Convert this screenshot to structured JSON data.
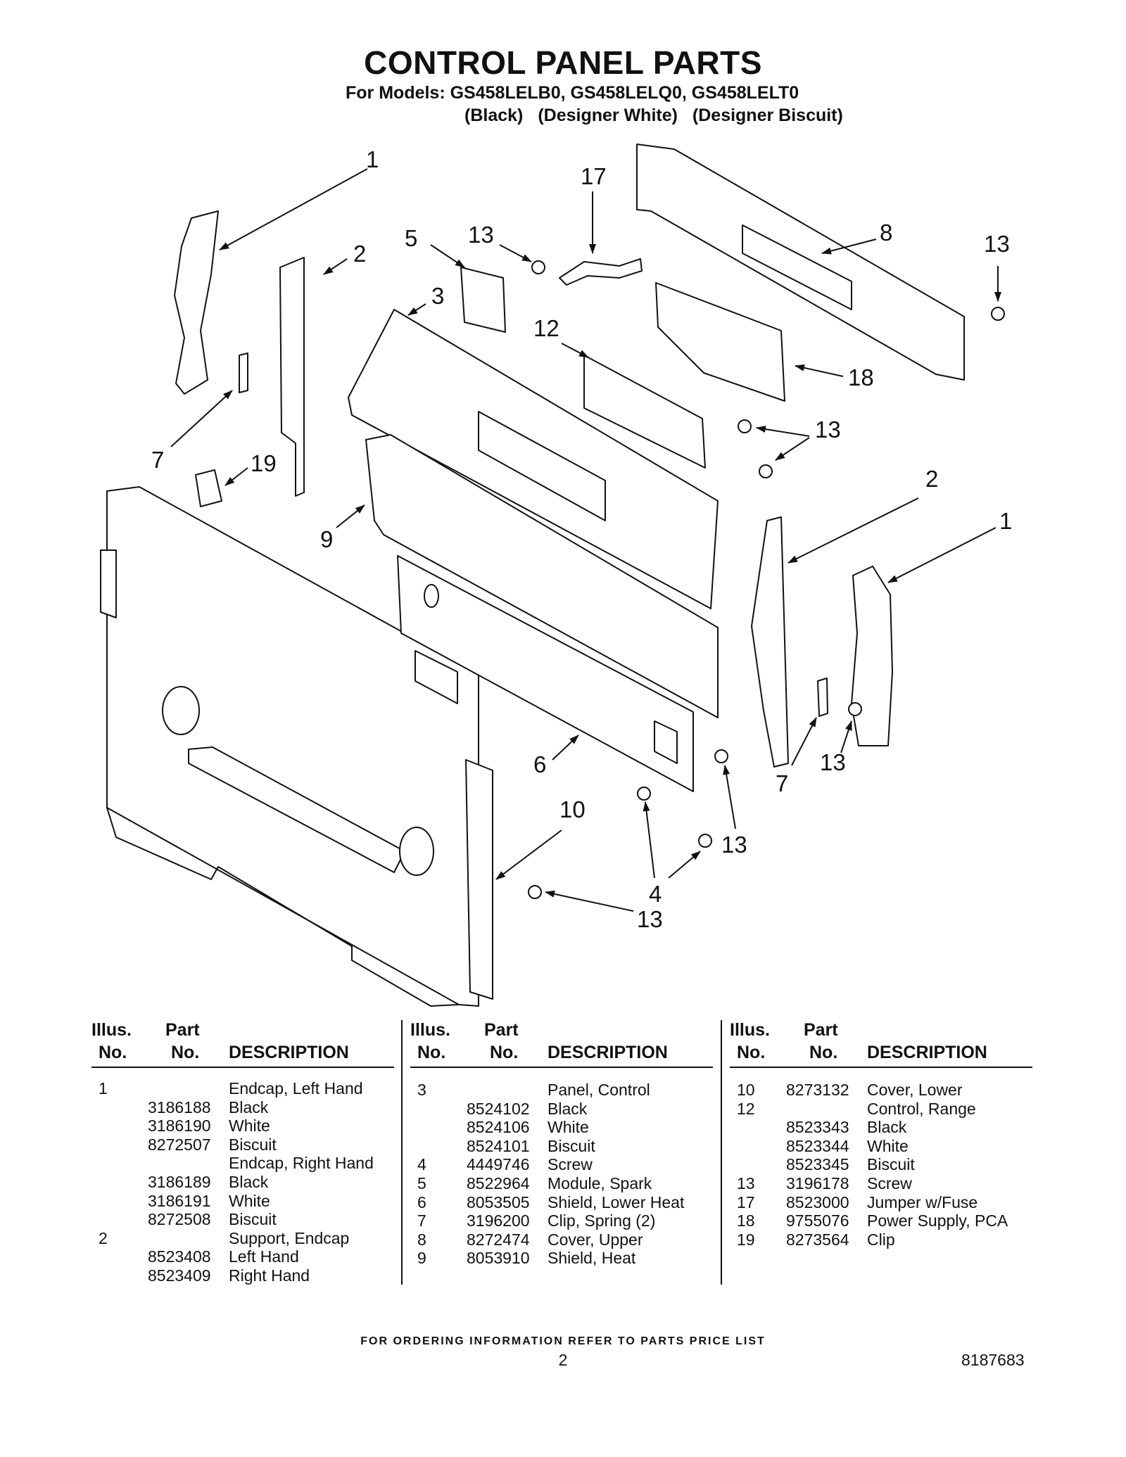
{
  "header": {
    "title": "CONTROL PANEL PARTS",
    "models_line": "For Models: GS458LELB0, GS458LELQ0, GS458LELT0",
    "colors": [
      "(Black)",
      "(Designer White)",
      "(Designer Biscuit)"
    ]
  },
  "callouts": [
    "1",
    "2",
    "5",
    "13",
    "17",
    "8",
    "13",
    "3",
    "12",
    "18",
    "13",
    "7",
    "19",
    "2",
    "1",
    "9",
    "6",
    "7",
    "13",
    "10",
    "13",
    "4",
    "13"
  ],
  "table_headers": {
    "illus_line1": "Illus.",
    "illus_line2": "No.",
    "part_line1": "Part",
    "part_line2": "No.",
    "description": "DESCRIPTION"
  },
  "parts": [
    [
      {
        "illus": "1",
        "part": "",
        "desc": "Endcap, Left Hand"
      },
      {
        "illus": "",
        "part": "3186188",
        "desc": "Black"
      },
      {
        "illus": "",
        "part": "3186190",
        "desc": "White"
      },
      {
        "illus": "",
        "part": "8272507",
        "desc": "Biscuit"
      },
      {
        "illus": "",
        "part": "",
        "desc": "Endcap, Right Hand"
      },
      {
        "illus": "",
        "part": "3186189",
        "desc": "Black"
      },
      {
        "illus": "",
        "part": "3186191",
        "desc": "White"
      },
      {
        "illus": "",
        "part": "8272508",
        "desc": "Biscuit"
      },
      {
        "illus": "2",
        "part": "",
        "desc": "Support, Endcap"
      },
      {
        "illus": "",
        "part": "8523408",
        "desc": "Left Hand"
      },
      {
        "illus": "",
        "part": "8523409",
        "desc": "Right Hand"
      }
    ],
    [
      {
        "illus": "3",
        "part": "",
        "desc": "Panel, Control"
      },
      {
        "illus": "",
        "part": "8524102",
        "desc": "Black"
      },
      {
        "illus": "",
        "part": "8524106",
        "desc": "White"
      },
      {
        "illus": "",
        "part": "8524101",
        "desc": "Biscuit"
      },
      {
        "illus": "4",
        "part": "4449746",
        "desc": "Screw"
      },
      {
        "illus": "5",
        "part": "8522964",
        "desc": "Module, Spark"
      },
      {
        "illus": "6",
        "part": "8053505",
        "desc": "Shield, Lower Heat"
      },
      {
        "illus": "7",
        "part": "3196200",
        "desc": "Clip, Spring (2)"
      },
      {
        "illus": "8",
        "part": "8272474",
        "desc": "Cover, Upper"
      },
      {
        "illus": "9",
        "part": "8053910",
        "desc": "Shield, Heat"
      }
    ],
    [
      {
        "illus": "10",
        "part": "8273132",
        "desc": "Cover, Lower"
      },
      {
        "illus": "12",
        "part": "",
        "desc": "Control, Range"
      },
      {
        "illus": "",
        "part": "8523343",
        "desc": "Black"
      },
      {
        "illus": "",
        "part": "8523344",
        "desc": "White"
      },
      {
        "illus": "",
        "part": "8523345",
        "desc": "Biscuit"
      },
      {
        "illus": "13",
        "part": "3196178",
        "desc": "Screw"
      },
      {
        "illus": "17",
        "part": "8523000",
        "desc": "Jumper w/Fuse"
      },
      {
        "illus": "18",
        "part": "9755076",
        "desc": "Power Supply, PCA"
      },
      {
        "illus": "19",
        "part": "8273564",
        "desc": "Clip"
      }
    ]
  ],
  "footer": {
    "ordering_note": "FOR ORDERING INFORMATION REFER TO PARTS PRICE LIST",
    "page_number": "2",
    "document_number": "8187683"
  }
}
